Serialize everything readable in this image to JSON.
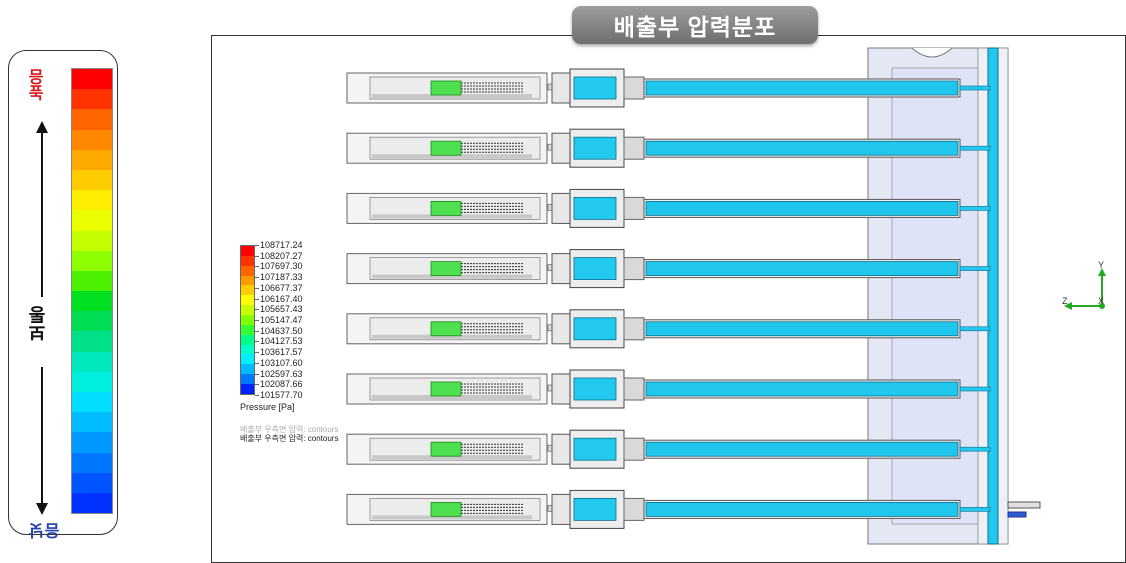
{
  "title": "배출부 압력분포",
  "intensity_legend": {
    "high_label": "높음",
    "mid_label": "보통",
    "low_label": "낮음",
    "colors": [
      "#ff0000",
      "#ff3300",
      "#ff6600",
      "#ff8800",
      "#ffaa00",
      "#ffcc00",
      "#ffee00",
      "#eaff00",
      "#c4ff00",
      "#8dff00",
      "#4cf000",
      "#00e020",
      "#00dd55",
      "#00e088",
      "#00e8bb",
      "#00eedd",
      "#00ddff",
      "#00bbff",
      "#0099ff",
      "#0077ff",
      "#0055ff",
      "#0033ff"
    ]
  },
  "pressure_legend": {
    "ticks": [
      "108717.24",
      "108207.27",
      "107697.30",
      "107187.33",
      "106677.37",
      "106167.40",
      "105657.43",
      "105147.47",
      "104637.50",
      "104127.53",
      "103617.57",
      "103107.60",
      "102597.63",
      "102087.66",
      "101577.70"
    ],
    "unit": "Pressure [Pa]",
    "colors": [
      "#ff0000",
      "#ff3300",
      "#ff6600",
      "#ff9900",
      "#ffcc00",
      "#ffff00",
      "#c8ff00",
      "#7fff00",
      "#33ff33",
      "#00ff88",
      "#00ffcc",
      "#00eeff",
      "#00bbff",
      "#0077ff",
      "#0022ff"
    ]
  },
  "contours": {
    "line_a": "배출부 우측면 압력: contours",
    "line_b": "배출부 우측면 압력: contours"
  },
  "axes": {
    "y": "Y",
    "z": "Z",
    "x": "X"
  },
  "model": {
    "nozzle_rows": 8
  }
}
